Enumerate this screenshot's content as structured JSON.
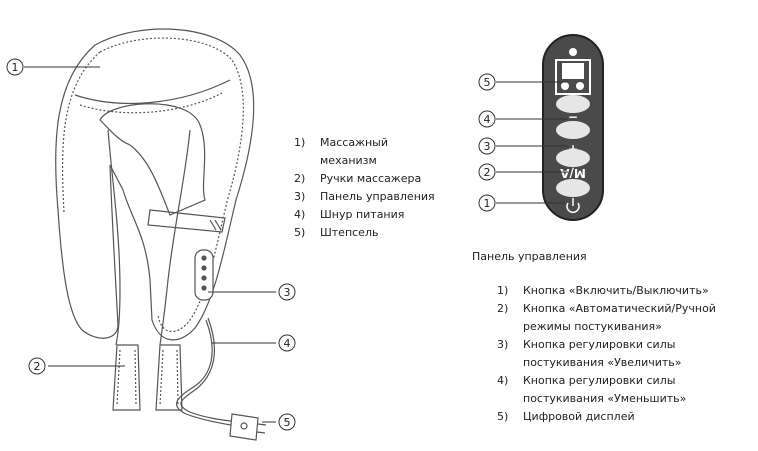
{
  "callouts": {
    "left": [
      "1",
      "2",
      "3",
      "4",
      "5"
    ],
    "right": [
      "5",
      "4",
      "3",
      "2",
      "1"
    ]
  },
  "panel_buttons": {
    "minus": "−",
    "plus": "+",
    "mode": "M/A",
    "power_icon": "power-icon"
  },
  "parts_legend": [
    {
      "num": "1)",
      "text": "Массажный механизм"
    },
    {
      "num": "2)",
      "text": "Ручки массажера"
    },
    {
      "num": "3)",
      "text": "Панель управления"
    },
    {
      "num": "4)",
      "text": "Шнур питания"
    },
    {
      "num": "5)",
      "text": "Штепсель"
    }
  ],
  "panel_title": "Панель управления",
  "panel_legend": [
    {
      "num": "1)",
      "text": "Кнопка «Включить/Выключить»"
    },
    {
      "num": "2)",
      "text": "Кнопка «Автоматический/Ручной режимы постукивания»"
    },
    {
      "num": "3)",
      "text": "Кнопка регулировки силы постукивания «Увеличить»"
    },
    {
      "num": "4)",
      "text": "Кнопка регулировки силы постукивания «Уменьшить»"
    },
    {
      "num": "5)",
      "text": "Цифровой дисплей"
    }
  ],
  "colors": {
    "panel_fill": "#4a4a4a",
    "panel_stroke": "#222222",
    "button_fill": "#e6e6e6",
    "outline": "#555555"
  }
}
